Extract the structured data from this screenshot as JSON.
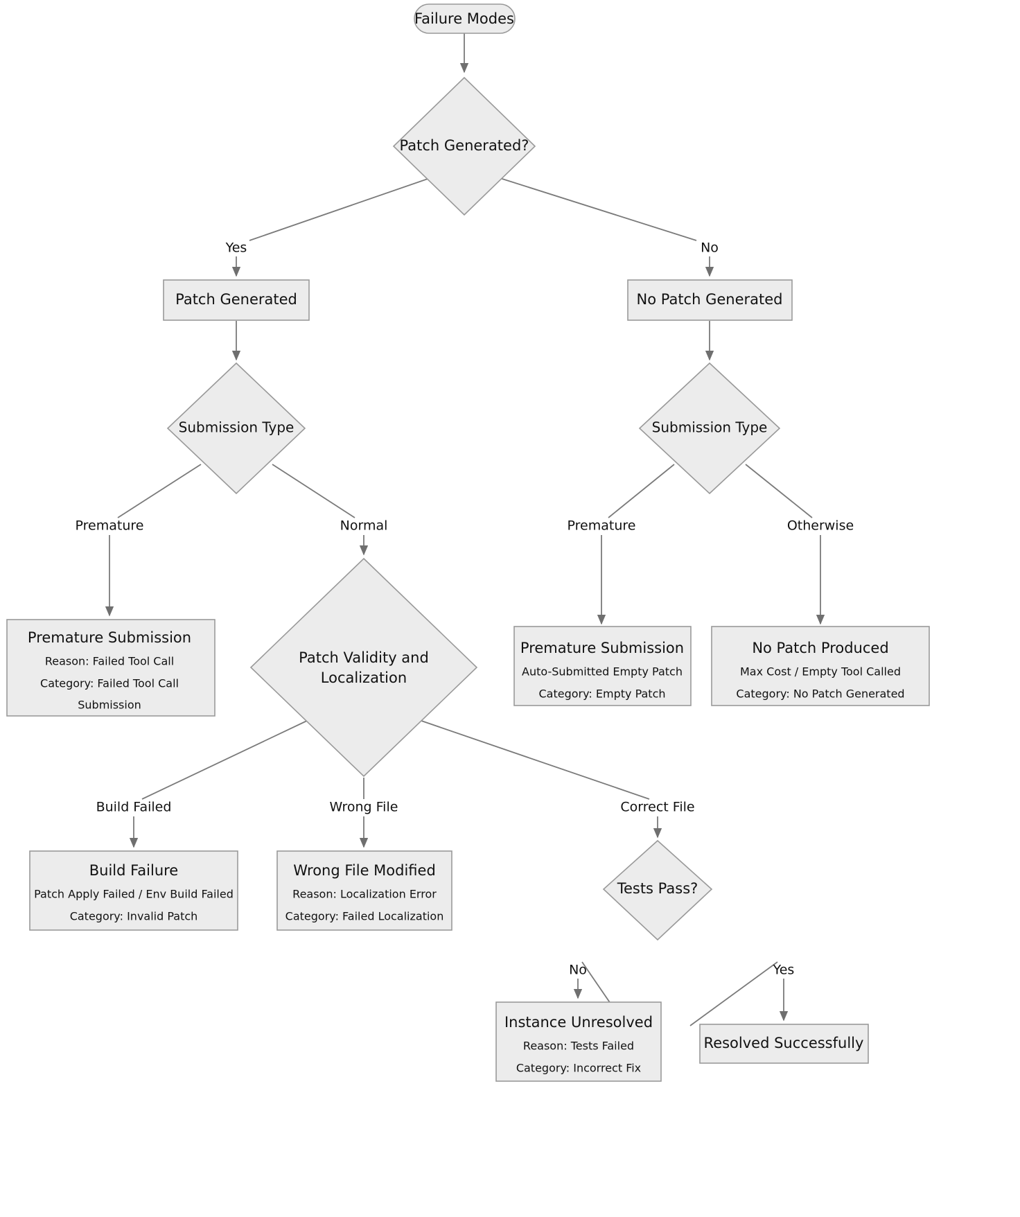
{
  "diagram": {
    "type": "flowchart",
    "orientation": "top-down",
    "theme": {
      "node_fill": "#ececec",
      "node_stroke": "#999999",
      "edge_stroke": "#7a7a7a",
      "text_color": "#111111",
      "background": "#ffffff"
    },
    "nodes": {
      "root": {
        "id": "root",
        "shape": "stadium",
        "label": "Failure Modes"
      },
      "q_patch_generated": {
        "id": "q_patch_generated",
        "shape": "diamond",
        "label": "Patch Generated?"
      },
      "patch_generated": {
        "id": "patch_generated",
        "shape": "rect",
        "label": "Patch Generated"
      },
      "no_patch_generated": {
        "id": "no_patch_generated",
        "shape": "rect",
        "label": "No Patch Generated"
      },
      "submission_type_left": {
        "id": "submission_type_left",
        "shape": "diamond",
        "label": "Submission Type"
      },
      "submission_type_right": {
        "id": "submission_type_right",
        "shape": "diamond",
        "label": "Submission Type"
      },
      "premature_submission_left": {
        "id": "premature_submission_left",
        "shape": "rect",
        "title": "Premature Submission",
        "lines": [
          "Reason: Failed Tool Call",
          "Category: Failed Tool Call",
          "Submission"
        ]
      },
      "patch_validity": {
        "id": "patch_validity",
        "shape": "diamond",
        "label_line1": "Patch Validity and",
        "label_line2": "Localization"
      },
      "premature_submission_right": {
        "id": "premature_submission_right",
        "shape": "rect",
        "title": "Premature Submission",
        "lines": [
          "Auto-Submitted Empty Patch",
          "Category: Empty Patch"
        ]
      },
      "no_patch_produced": {
        "id": "no_patch_produced",
        "shape": "rect",
        "title": "No Patch Produced",
        "lines": [
          "Max Cost / Empty Tool Called",
          "Category: No Patch Generated"
        ]
      },
      "build_failure": {
        "id": "build_failure",
        "shape": "rect",
        "title": "Build Failure",
        "lines": [
          "Patch Apply Failed / Env Build Failed",
          "Category: Invalid Patch"
        ]
      },
      "wrong_file_modified": {
        "id": "wrong_file_modified",
        "shape": "rect",
        "title": "Wrong File Modified",
        "lines": [
          "Reason: Localization Error",
          "Category: Failed Localization"
        ]
      },
      "q_tests_pass": {
        "id": "q_tests_pass",
        "shape": "diamond",
        "label": "Tests Pass?"
      },
      "instance_unresolved": {
        "id": "instance_unresolved",
        "shape": "rect",
        "title": "Instance Unresolved",
        "lines": [
          "Reason: Tests Failed",
          "Category: Incorrect Fix"
        ]
      },
      "resolved_successfully": {
        "id": "resolved_successfully",
        "shape": "rect",
        "label": "Resolved Successfully"
      }
    },
    "edges": [
      {
        "from": "root",
        "to": "q_patch_generated",
        "label": ""
      },
      {
        "from": "q_patch_generated",
        "to": "patch_generated",
        "label": "Yes"
      },
      {
        "from": "q_patch_generated",
        "to": "no_patch_generated",
        "label": "No"
      },
      {
        "from": "patch_generated",
        "to": "submission_type_left",
        "label": ""
      },
      {
        "from": "no_patch_generated",
        "to": "submission_type_right",
        "label": ""
      },
      {
        "from": "submission_type_left",
        "to": "premature_submission_left",
        "label": "Premature"
      },
      {
        "from": "submission_type_left",
        "to": "patch_validity",
        "label": "Normal"
      },
      {
        "from": "submission_type_right",
        "to": "premature_submission_right",
        "label": "Premature"
      },
      {
        "from": "submission_type_right",
        "to": "no_patch_produced",
        "label": "Otherwise"
      },
      {
        "from": "patch_validity",
        "to": "build_failure",
        "label": "Build Failed"
      },
      {
        "from": "patch_validity",
        "to": "wrong_file_modified",
        "label": "Wrong File"
      },
      {
        "from": "patch_validity",
        "to": "q_tests_pass",
        "label": "Correct File"
      },
      {
        "from": "q_tests_pass",
        "to": "instance_unresolved",
        "label": "No"
      },
      {
        "from": "q_tests_pass",
        "to": "resolved_successfully",
        "label": "Yes"
      }
    ]
  }
}
